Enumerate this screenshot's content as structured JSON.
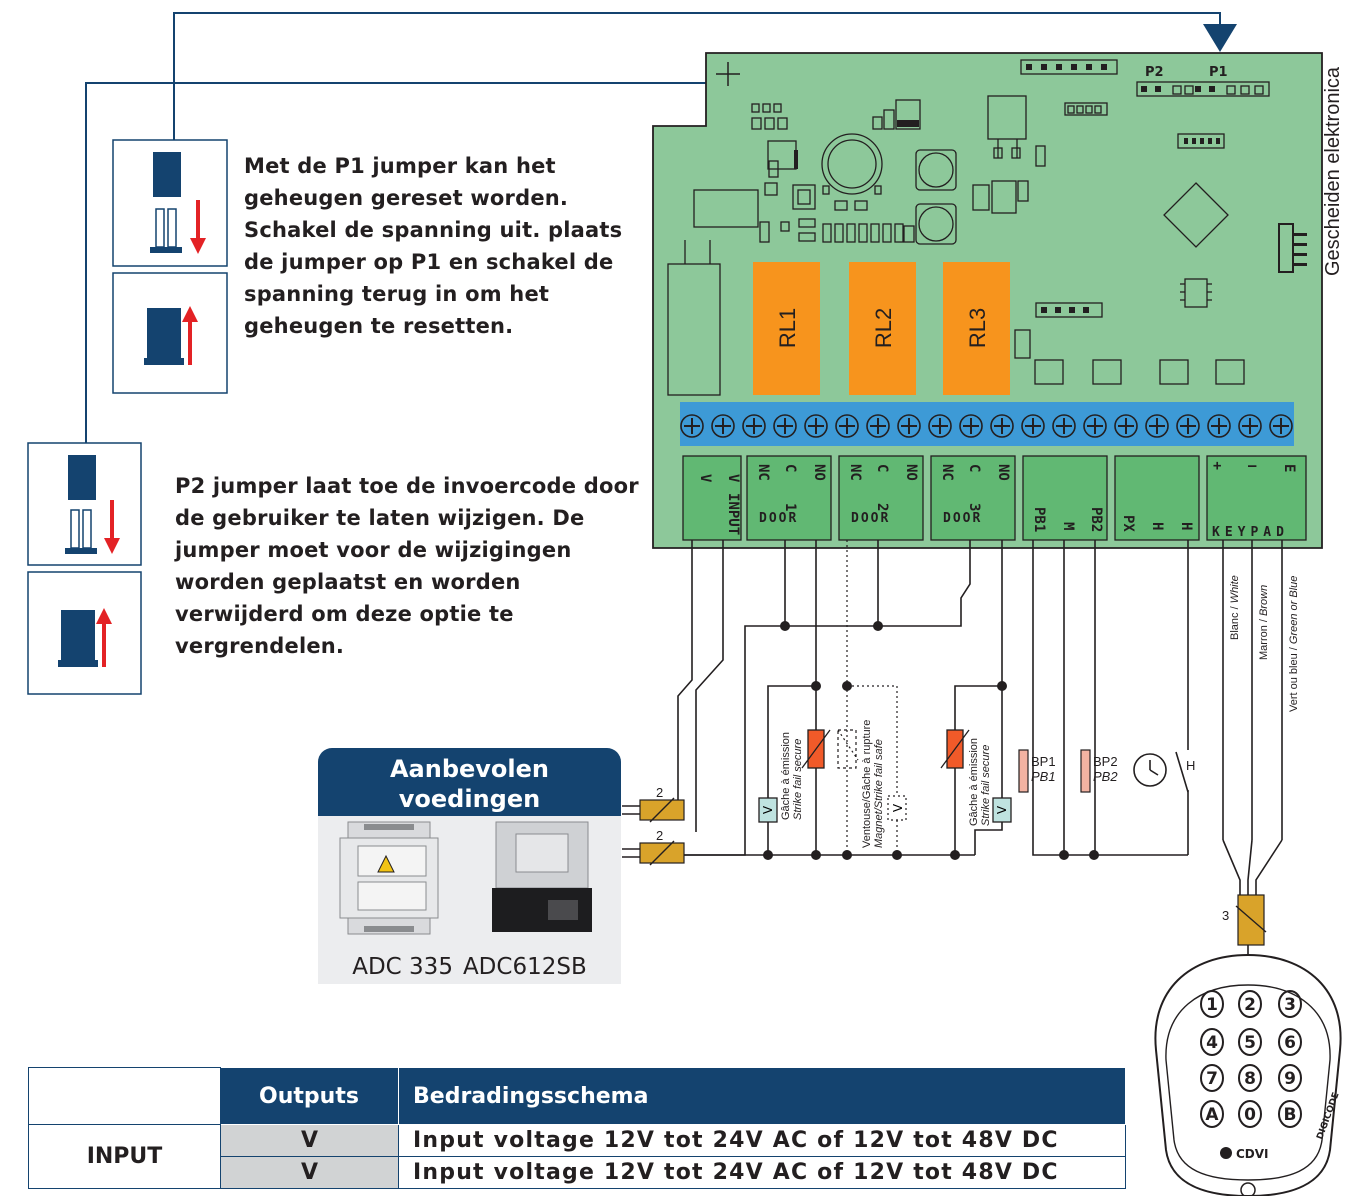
{
  "side_title": "Gescheiden elektronica",
  "notes": {
    "p1": "Met de P1 jumper kan het geheugen gereset worden. Schakel de spanning uit. plaats de jumper op P1 en schakel de spanning terug in om het geheugen te resetten.",
    "p2": "P2 jumper laat toe de invoercode door de gebruiker te laten wijzigen. De jumper moet voor de wijzigingen worden geplaatst en worden verwijderd om deze optie te vergrendelen."
  },
  "board": {
    "jumper_labels": [
      "P2",
      "P1"
    ],
    "relays": [
      "RL1",
      "RL2",
      "RL3"
    ],
    "terminal_groups": [
      {
        "id": "input",
        "top": [
          "V",
          "V"
        ],
        "bottom": "INPUT"
      },
      {
        "id": "door1",
        "top": [
          "NC",
          "C",
          "NO"
        ],
        "bottom": "DOOR",
        "number": "1"
      },
      {
        "id": "door2",
        "top": [
          "NC",
          "C",
          "NO"
        ],
        "bottom": "DOOR",
        "number": "2"
      },
      {
        "id": "door3",
        "top": [
          "NC",
          "C",
          "NO"
        ],
        "bottom": "DOOR",
        "number": "3"
      },
      {
        "id": "pb",
        "bottom_labels": [
          "PB1",
          "M",
          "PB2"
        ]
      },
      {
        "id": "px",
        "bottom_labels": [
          "PX",
          "H",
          "H"
        ]
      },
      {
        "id": "keypad",
        "top": [
          "+",
          "–",
          "E"
        ],
        "bottom": "KEYPAD"
      }
    ]
  },
  "wiring": {
    "strike1": [
      "Gâche à émission",
      "Strike fail secure"
    ],
    "magnet": [
      "Ventouse/Gâche à rupture",
      "Magnet/Strike fail safe"
    ],
    "strike3": [
      "Gâche à émission",
      "Strike fail secure"
    ],
    "bp1": [
      "BP1",
      "PB1"
    ],
    "bp2": [
      "BP2",
      "PB2"
    ],
    "h_label": "H",
    "v_label": "V",
    "cable_counts": [
      "2",
      "2",
      "3"
    ],
    "keypad_wires": [
      {
        "fr": "Blanc / ",
        "en": "White"
      },
      {
        "fr": "Marron / ",
        "en": "Brown"
      },
      {
        "fr": "Vert ou bleu / ",
        "en": "Green or Blue"
      }
    ]
  },
  "power_supplies": {
    "title": "Aanbevolen voedingen",
    "items": [
      "ADC 335",
      "ADC612SB"
    ]
  },
  "keypad": {
    "keys": [
      "1",
      "2",
      "3",
      "4",
      "5",
      "6",
      "7",
      "8",
      "9",
      "A",
      "0",
      "B"
    ],
    "brand": "CDVI",
    "side_brand": "DIGICODE"
  },
  "table": {
    "headers": [
      "",
      "Outputs",
      "Bedradingsschema"
    ],
    "group": "INPUT",
    "rows": [
      {
        "output": "V",
        "desc": "Input voltage 12V tot 24V AC of 12V tot 48V DC"
      },
      {
        "output": "V",
        "desc": "Input voltage 12V tot 24V AC of 12V tot 48V DC"
      }
    ]
  },
  "colors": {
    "board": "#8dc89a",
    "relay": "#f7941d",
    "terminal_strip": "#3d9ad6",
    "navy": "#14436f",
    "arrow_red": "#e32225",
    "coil": "#f15a29",
    "cable": "#d9a32a"
  }
}
